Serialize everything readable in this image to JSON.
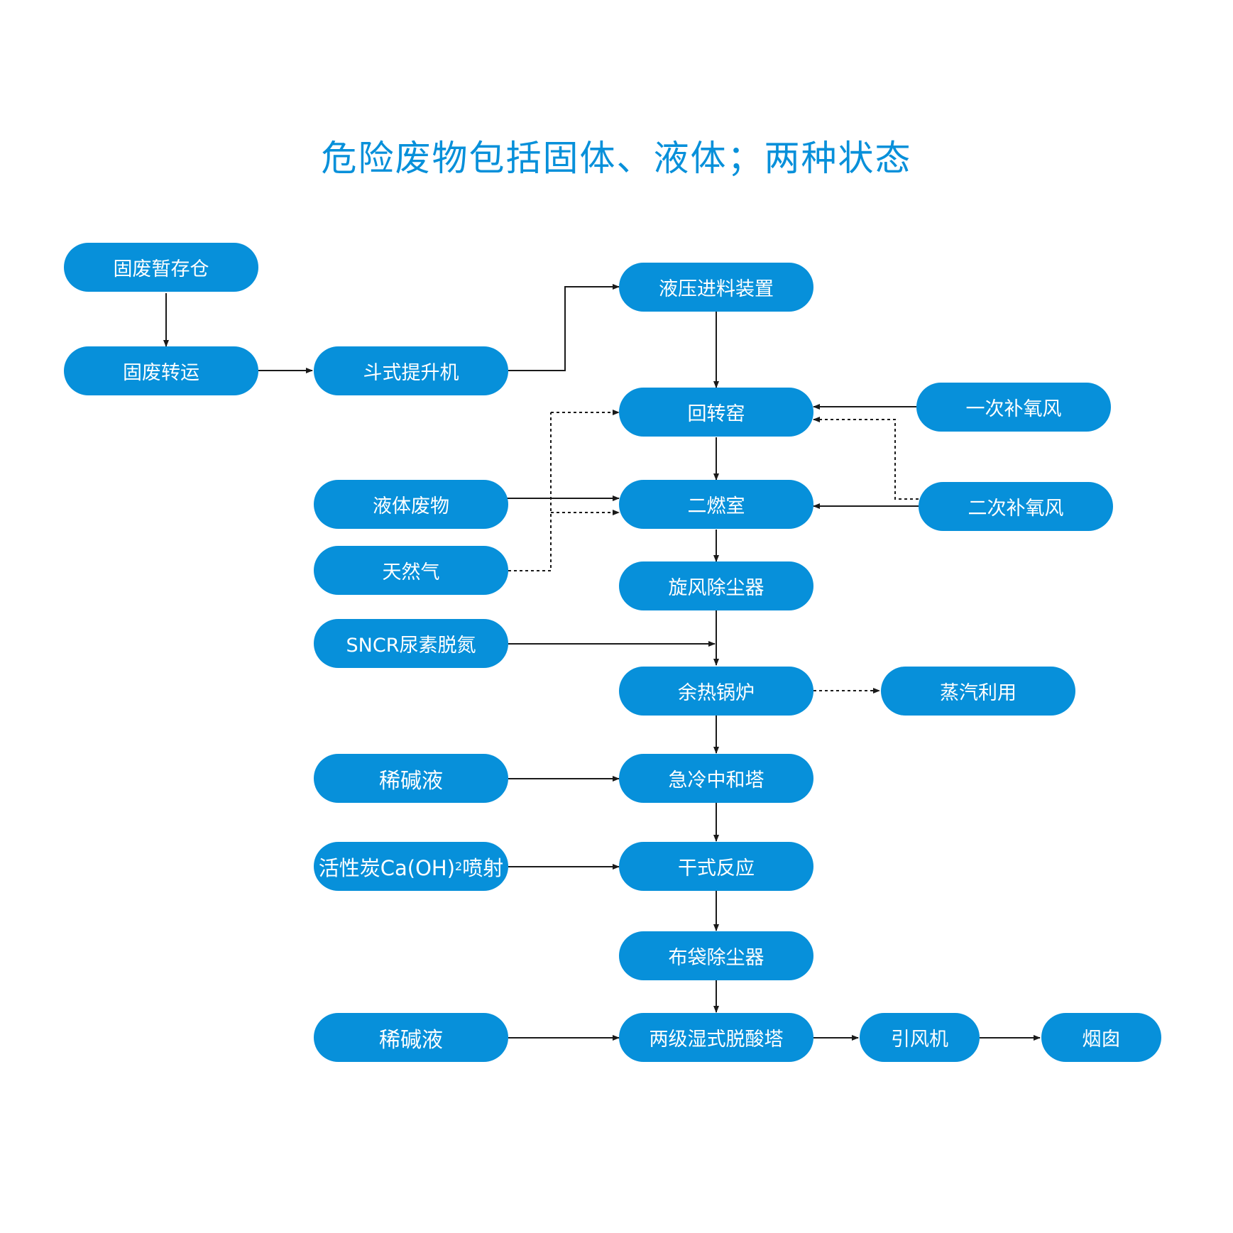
{
  "title": "危险废物包括固体、液体；两种状态",
  "nodes": {
    "solid_storage": "固废暂存仓",
    "solid_transfer": "固废转运",
    "bucket_elevator": "斗式提升机",
    "hydraulic_feeder": "液压进料装置",
    "rotary_kiln": "回转窑",
    "primary_oxygen": "一次补氧风",
    "secondary_chamber": "二燃室",
    "secondary_oxygen": "二次补氧风",
    "liquid_waste": "液体废物",
    "natural_gas": "天然气",
    "cyclone": "旋风除尘器",
    "sncr": "SNCR尿素脱氮",
    "waste_heat_boiler": "余热锅炉",
    "steam_use": "蒸汽利用",
    "dilute_alkali_1": "稀碱液",
    "quench_tower": "急冷中和塔",
    "carbon_prefix": "活性炭Ca(OH)",
    "carbon_sub": "2",
    "carbon_suffix": "喷射",
    "dry_reaction": "干式反应",
    "bag_filter": "布袋除尘器",
    "dilute_alkali_2": "稀碱液",
    "wet_deacid": "两级湿式脱酸塔",
    "induced_fan": "引风机",
    "chimney": "烟囱"
  },
  "colors": {
    "node_fill": "#0790da",
    "node_text": "#ffffff",
    "title": "#0790da",
    "line": "#1a1a1a"
  }
}
